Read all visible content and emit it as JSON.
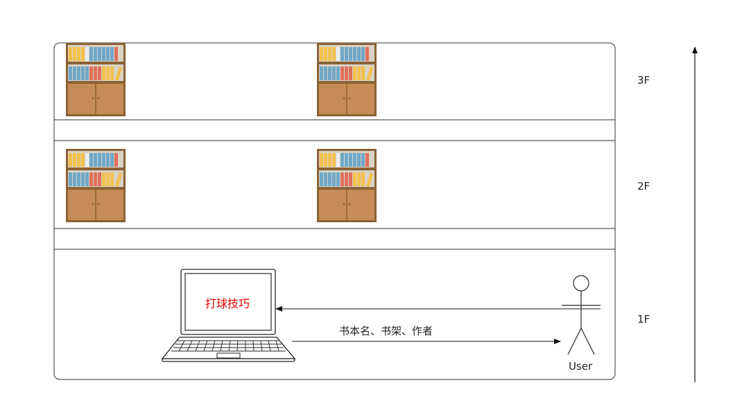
{
  "floors": [
    {
      "label": "3F"
    },
    {
      "label": "2F"
    },
    {
      "label": "1F"
    }
  ],
  "laptop": {
    "screen_text": "打球技巧",
    "screen_text_color": "#e00000"
  },
  "arrow_label": "书本名、书架、作者",
  "user_label": "User",
  "colors": {
    "line": "#333333",
    "shelf_wood": "#c68c55",
    "shelf_frame": "#8a6235",
    "book_yellow": "#f2c14e",
    "book_blue": "#6fa8c9",
    "book_red": "#e0705a",
    "book_white": "#e8eef2"
  }
}
